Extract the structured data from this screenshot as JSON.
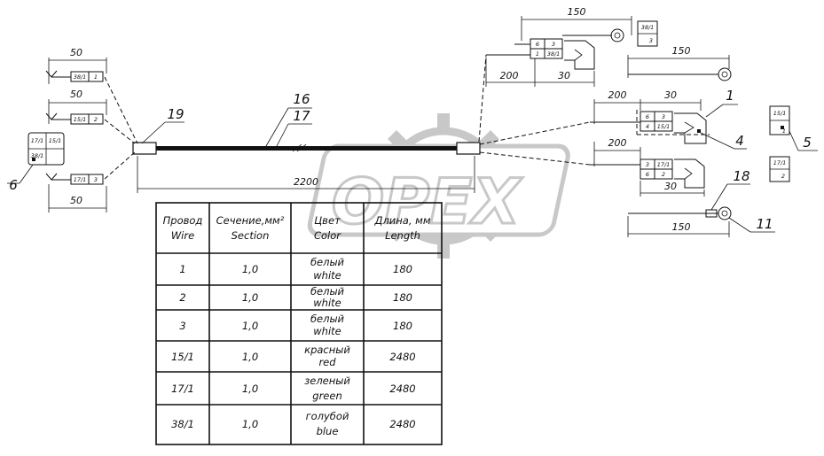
{
  "watermark": {
    "text": "OPEX",
    "color": "#c8c8c8"
  },
  "callouts": [
    "19",
    "16",
    "17",
    "6",
    "1",
    "4",
    "5",
    "18",
    "11"
  ],
  "dimensions": {
    "d50_a": "50",
    "d50_b": "50",
    "d50_c": "50",
    "d2200": "2200",
    "d150_top": "150",
    "d200_a": "200",
    "d30_a": "30",
    "d150_mid": "150",
    "d200_b": "200",
    "d30_b": "30",
    "d200_c": "200",
    "d30_c": "30",
    "d150_bot": "150"
  },
  "pins": {
    "c_top_left": [
      "38/1",
      "1"
    ],
    "c_mid_left": [
      "15/1",
      "2"
    ],
    "c_bot_left": [
      "17/1",
      "3"
    ],
    "c6": [
      "17/1",
      "15/1",
      "38/1"
    ],
    "r_top": [
      "6",
      "3",
      "1",
      "38/1"
    ],
    "r_top_side": [
      "38/1",
      "3"
    ],
    "r_mid": [
      "6",
      "3",
      "4",
      "15/1"
    ],
    "r_low": [
      "3",
      "17/1",
      "6",
      "2"
    ],
    "r5_a": [
      "15/1",
      "1"
    ],
    "r5_b": [
      "17/1",
      "2"
    ]
  },
  "table": {
    "headers": [
      {
        "ru": "Провод",
        "en": "Wire"
      },
      {
        "ru": "Сечение,мм²",
        "en": "Section"
      },
      {
        "ru": "Цвет",
        "en": "Color"
      },
      {
        "ru": "Длина, мм",
        "en": "Length"
      }
    ],
    "rows": [
      {
        "wire": "1",
        "section": "1,0",
        "color_ru": "белый",
        "color_en": "white",
        "length": "180"
      },
      {
        "wire": "2",
        "section": "1,0",
        "color_ru": "белый",
        "color_en": "white",
        "length": "180"
      },
      {
        "wire": "3",
        "section": "1,0",
        "color_ru": "белый",
        "color_en": "white",
        "length": "180"
      },
      {
        "wire": "15/1",
        "section": "1,0",
        "color_ru": "красный",
        "color_en": "red",
        "length": "2480"
      },
      {
        "wire": "17/1",
        "section": "1,0",
        "color_ru": "зеленый",
        "color_en": "green",
        "length": "2480"
      },
      {
        "wire": "38/1",
        "section": "1,0",
        "color_ru": "голубой",
        "color_en": "blue",
        "length": "2480"
      }
    ]
  }
}
